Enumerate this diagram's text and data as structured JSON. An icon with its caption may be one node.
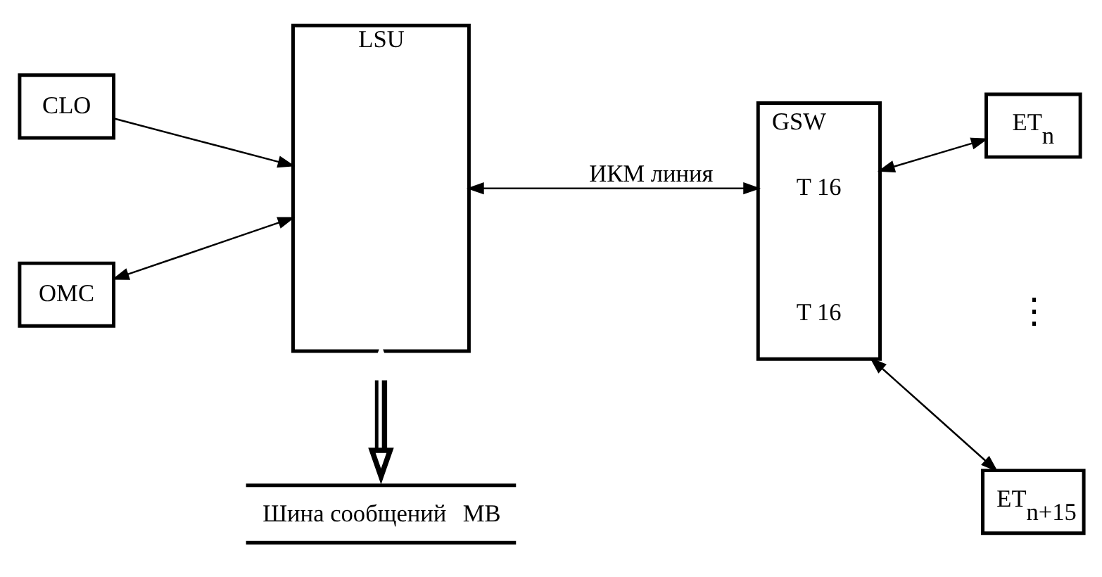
{
  "diagram": {
    "nodes": [
      {
        "text": [
          "CLO"
        ]
      },
      {
        "text": [
          "OMC"
        ]
      },
      {
        "text": [
          "LSU"
        ]
      },
      {
        "text": [
          "GSW"
        ]
      },
      {
        "text": [
          "ET$_{n}$"
        ]
      },
      {
        "text": [
          "ET$_{n+15}$"
        ]
      },
      {
        "text": [
          "Шина сообщений",
          "МВ"
        ]
      }
    ],
    "edges": [
      {
        "from": 0,
        "to": 2,
        "arrow": "to"
      },
      {
        "from": 1,
        "to": 2,
        "arrow": "both"
      },
      {
        "from": 2,
        "to": 3,
        "arrow": "both",
        "label": "ИКМ линия"
      },
      {
        "from": 3,
        "to": 4,
        "arrow": "both"
      },
      {
        "from": 3,
        "to": 5,
        "arrow": "both"
      },
      {
        "from": 2,
        "to": 6,
        "arrow": "both",
        "style": "thick"
      }
    ],
    "labels": [
      "T 16",
      "T 16",
      "⋮"
    ]
  }
}
